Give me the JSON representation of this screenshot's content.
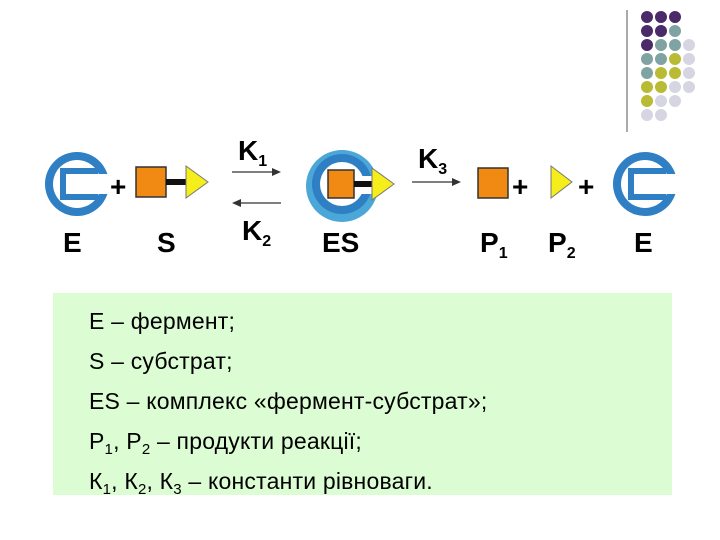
{
  "decoration": {
    "dot_colors": [
      "#4a2a68",
      "#7fa3a3",
      "#b9bb34",
      "#d6d6e3"
    ]
  },
  "reaction": {
    "enzyme_label": "E",
    "substrate_label": "S",
    "complex_label": "ES",
    "k1": {
      "main": "K",
      "sub": "1"
    },
    "k2": {
      "main": "K",
      "sub": "2"
    },
    "k3": {
      "main": "K",
      "sub": "3"
    },
    "p1": {
      "main": "P",
      "sub": "1"
    },
    "p2": {
      "main": "P",
      "sub": "2"
    },
    "product_enzyme_label": "E",
    "plus": "+",
    "colors": {
      "enzyme": "#2f7fc4",
      "complex_bg": "#4aa7d8",
      "substrate": "#f08a12",
      "arrowhead": "#f5ee1a"
    }
  },
  "legend": {
    "lines": [
      {
        "parts": [
          {
            "t": "E – фермент;"
          }
        ]
      },
      {
        "parts": [
          {
            "t": "S – субстрат;"
          }
        ]
      },
      {
        "parts": [
          {
            "t": "ES – комплекс «фермент-субстрат»;"
          }
        ]
      },
      {
        "parts": [
          {
            "t": "Р"
          },
          {
            "s": "1"
          },
          {
            "t": ", Р"
          },
          {
            "s": "2"
          },
          {
            "t": " – продукти реакції;"
          }
        ]
      },
      {
        "parts": [
          {
            "t": "К"
          },
          {
            "s": "1"
          },
          {
            "t": ", К"
          },
          {
            "s": "2"
          },
          {
            "t": ", К"
          },
          {
            "s": "3"
          },
          {
            "t": " – константи рівноваги."
          }
        ]
      }
    ]
  }
}
